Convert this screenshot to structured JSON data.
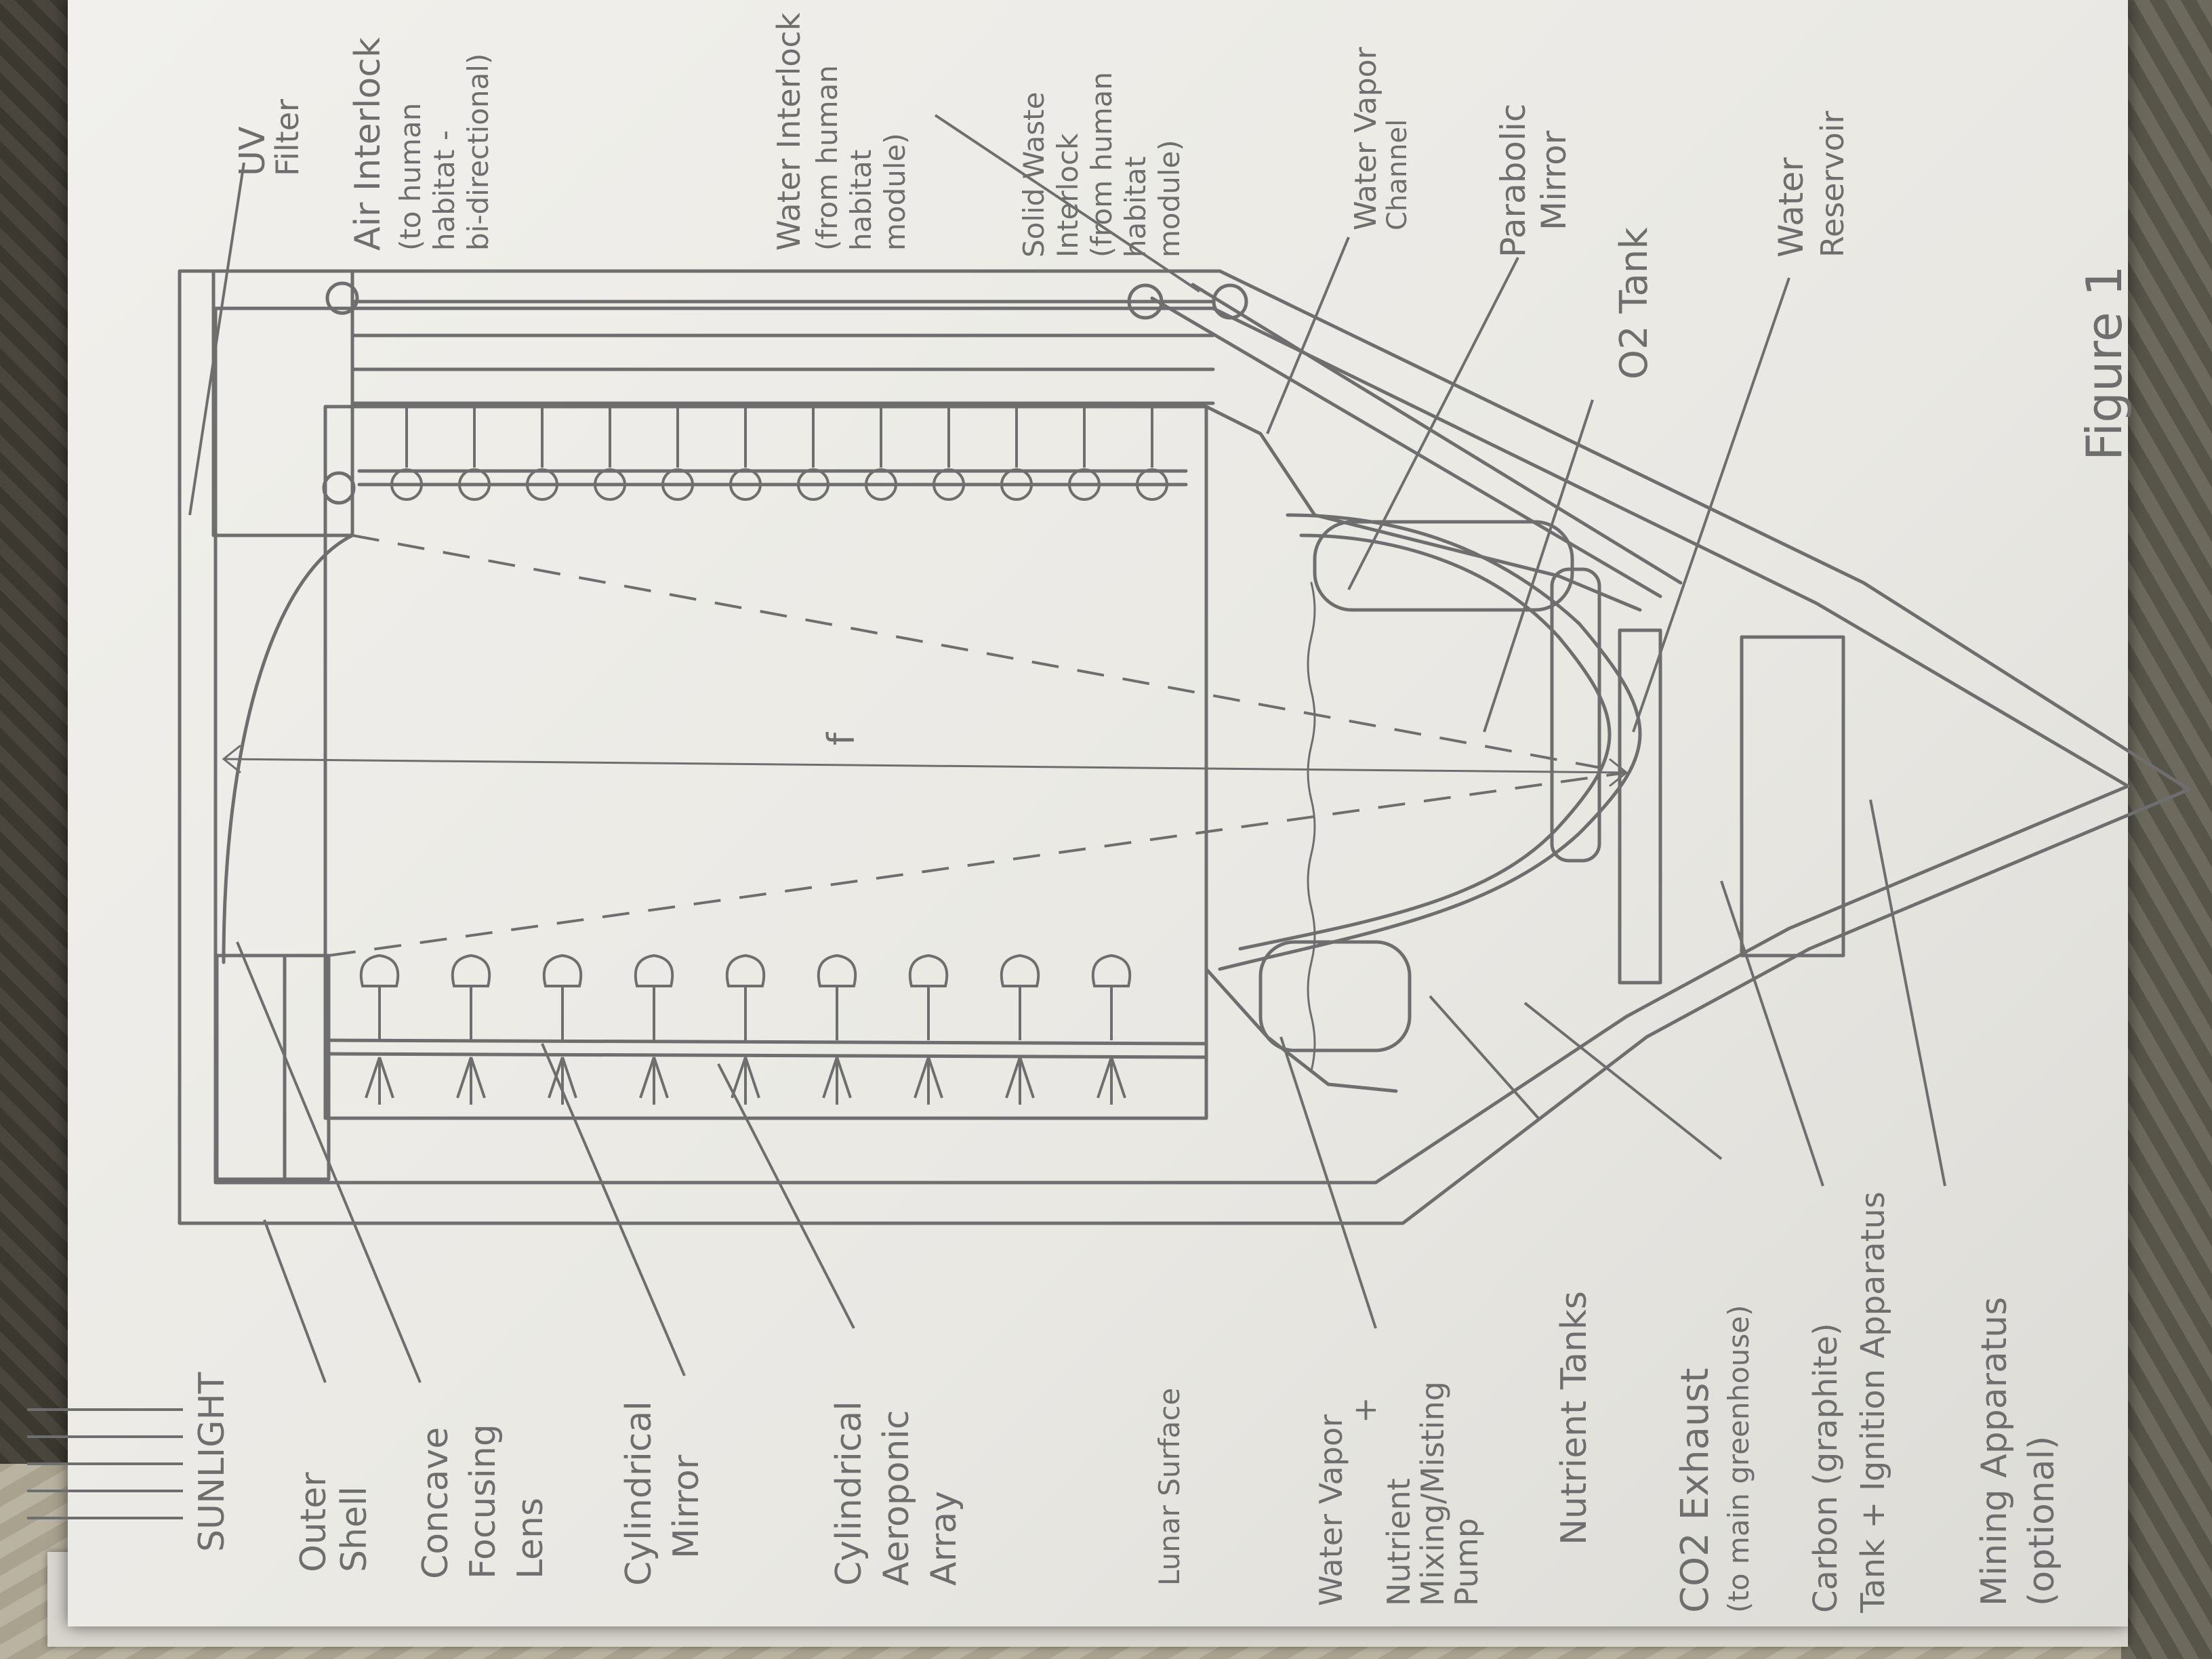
{
  "labels": {
    "sunlight": "SUNLIGHT",
    "outer_shell": [
      "Outer",
      "Shell"
    ],
    "lens": [
      "Concave",
      "Focusing",
      "Lens"
    ],
    "cyl_mirror": [
      "Cylindrical",
      "Mirror"
    ],
    "aeroponic": [
      "Cylindrical",
      "Aeroponic",
      "Array"
    ],
    "lunar_surface": "Lunar Surface",
    "mixing_pump": [
      "Water Vapor",
      "+",
      "Nutrient",
      "Mixing/Misting",
      "Pump"
    ],
    "nutrient_tanks": "Nutrient Tanks",
    "co2_exhaust": [
      "CO2 Exhaust",
      "(to main greenhouse)"
    ],
    "carbon_tank": [
      "Carbon (graphite)",
      "Tank + Ignition Apparatus"
    ],
    "mining": [
      "Mining Apparatus",
      "(optional)"
    ],
    "uv_filter": [
      "UV",
      "Filter"
    ],
    "air_interlock": [
      "Air Interlock",
      "(to human",
      "habitat -",
      "bi-directional)"
    ],
    "water_interlock": [
      "Water Interlock",
      "(from human",
      "habitat",
      "module)"
    ],
    "solid_waste": [
      "Solid Waste",
      "Interlock",
      "(from human",
      "habitat",
      "module)"
    ],
    "water_vapor_channel": [
      "Water Vapor",
      "Channel"
    ],
    "parabolic_mirror": [
      "Parabolic",
      "Mirror"
    ],
    "o2_tank": "O2 Tank",
    "water_reservoir": [
      "Water",
      "Reservoir"
    ],
    "figure": "Figure 1",
    "focal": "f"
  },
  "colors": {
    "pencil": "#6e6e6e",
    "paper": "#efeeea",
    "background": "#3a3833"
  }
}
